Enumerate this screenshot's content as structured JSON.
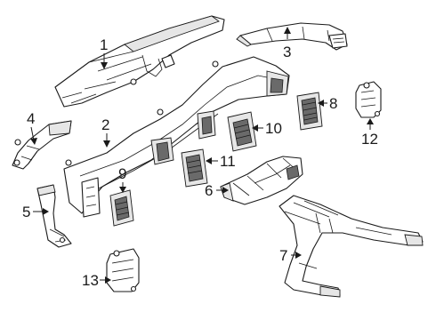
{
  "callouts": {
    "c1": "1",
    "c2": "2",
    "c3": "3",
    "c4": "4",
    "c5": "5",
    "c6": "6",
    "c7": "7",
    "c8": "8",
    "c9": "9",
    "c10": "10",
    "c11": "11",
    "c12": "12",
    "c13": "13"
  },
  "colors": {
    "line": "#1a1a1a",
    "background": "#ffffff",
    "shade": "#e6e6e6"
  }
}
